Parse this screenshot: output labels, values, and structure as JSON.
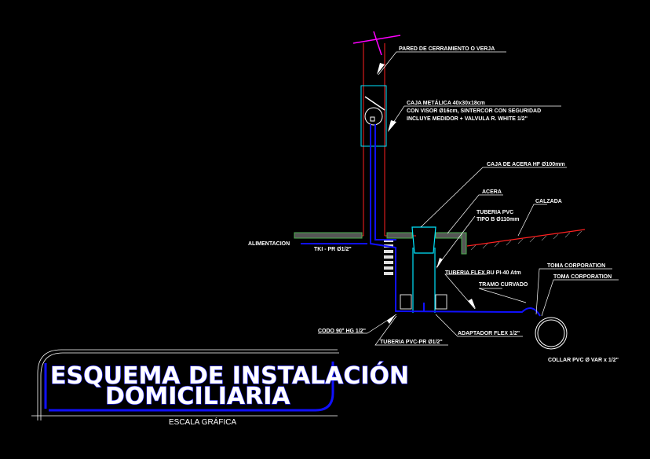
{
  "colors": {
    "background": "#000000",
    "pipe": "#1010ff",
    "box": "#00e5ff",
    "wall": "#ff2020",
    "soil": "#4caf50",
    "leader": "#ffffff",
    "marker": "#ff00ff"
  },
  "labels": {
    "wall": "PARED DE CERRAMIENTO O VERJA",
    "meter_box_1": "CAJA METÁLICA 40x30x18cm",
    "meter_box_2": "CON VISOR Ø16cm, SINTERCOR CON SEGURIDAD",
    "meter_box_3": "INCLUYE MEDIDOR + VALVULA R. WHITE 1/2\"",
    "sidewalk_box": "CAJA DE ACERA HF Ø100mm",
    "sidewalk": "ACERA",
    "road": "CALZADA",
    "pvc_pipe_1": "TUBERIA PVC",
    "pvc_pipe_2": "TIPO B Ø110mm",
    "supply": "ALIMENTACION",
    "tki": "TKI - PR Ø1/2\"",
    "flex_pipe": "TUBERIA FLEX BU PI-40 Atm",
    "curved": "TRAMO CURVADO",
    "tap_1": "TOMA CORPORATION",
    "tap_2": "TOMA CORPORATION",
    "elbow": "CODO 90° HG 1/2\"",
    "adapter": "ADAPTADOR FLEX 1/2\"",
    "pvc_pr": "TUBERIA PVC-PR Ø1/2\"",
    "collar": "COLLAR PVC Ø VAR x 1/2\""
  },
  "title": {
    "line1": "ESQUEMA DE INSTALACIÓN",
    "line2": "DOMICILIARIA",
    "scale": "ESCALA GRÁFICA"
  }
}
